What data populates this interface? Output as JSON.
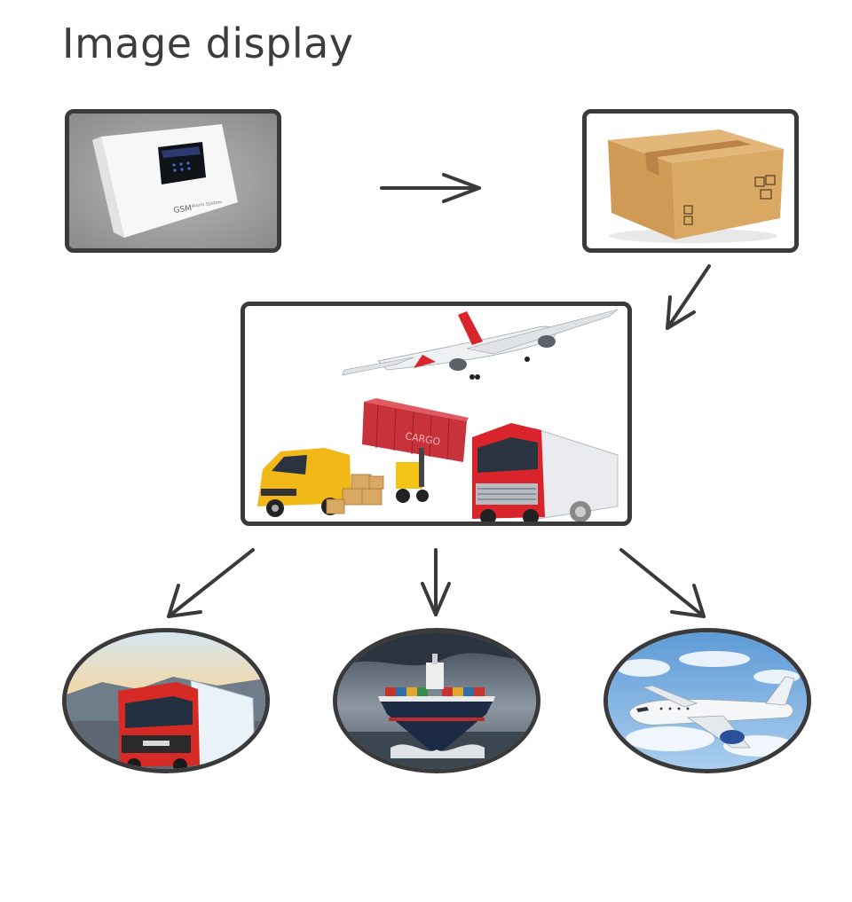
{
  "title": "Image display",
  "product_label": "GSM",
  "product_label_small": "Alarm System",
  "container_label": "CARGO",
  "colors": {
    "frame_border": "#3a3a3a",
    "arrow": "#3a3a3a",
    "title": "#3f3b3b",
    "cardboard": "#d7a865",
    "truck_red": "#d8242a",
    "van_yellow": "#f2b818",
    "ship_hull": "#1d2a44",
    "sky_blue": "#7fb4e2"
  },
  "icons": [
    "gsm-alarm-box-image",
    "cardboard-box-image",
    "logistics-collage-image",
    "truck-image",
    "cargo-ship-image",
    "airplane-image"
  ]
}
